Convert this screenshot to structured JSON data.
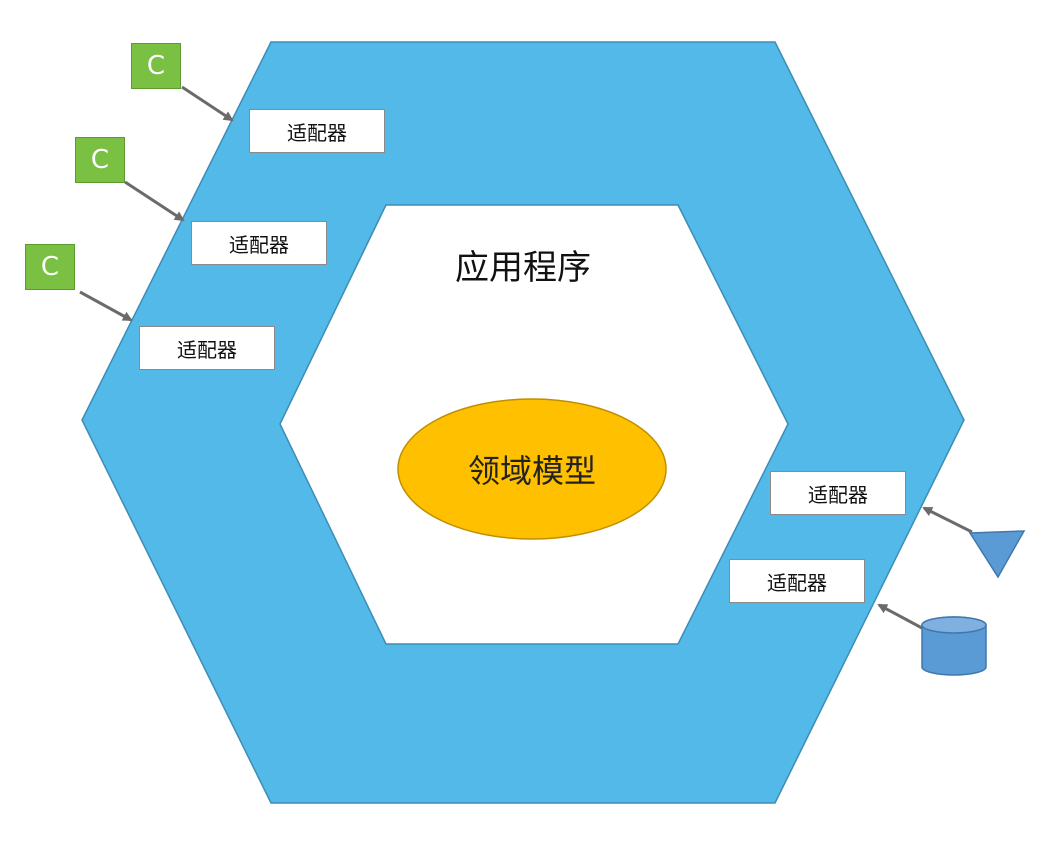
{
  "colors": {
    "outer_hexagon": "#52b9e9",
    "inner_hexagon": "#ffffff",
    "domain_ellipse": "#ffc000",
    "client_box": "#7ac143",
    "arrow": "#6b6b6b",
    "external_shape": "#5b9bd5"
  },
  "application": {
    "title": "应用程序"
  },
  "domain_model": {
    "label": "领域模型"
  },
  "adapters": [
    {
      "label": "适配器"
    },
    {
      "label": "适配器"
    },
    {
      "label": "适配器"
    },
    {
      "label": "适配器"
    },
    {
      "label": "适配器"
    }
  ],
  "clients": [
    {
      "label": "C"
    },
    {
      "label": "C"
    },
    {
      "label": "C"
    }
  ],
  "external_elements": [
    {
      "icon": "triangle-icon"
    },
    {
      "icon": "database-icon"
    }
  ]
}
